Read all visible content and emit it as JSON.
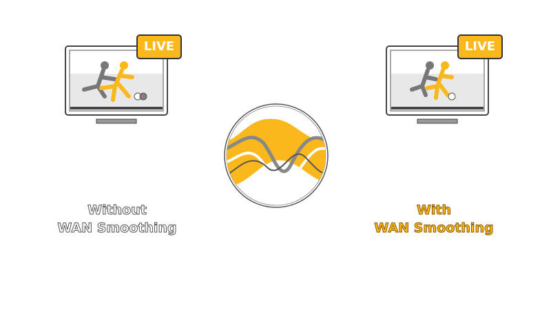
{
  "left_panel": {
    "badge": "LIVE",
    "label_line1": "Without",
    "label_line2": "WAN Smoothing"
  },
  "right_panel": {
    "badge": "LIVE",
    "label_line1": "With",
    "label_line2": "WAN Smoothing"
  },
  "colors": {
    "accent": "#fbb81c",
    "gray": "#888888"
  }
}
